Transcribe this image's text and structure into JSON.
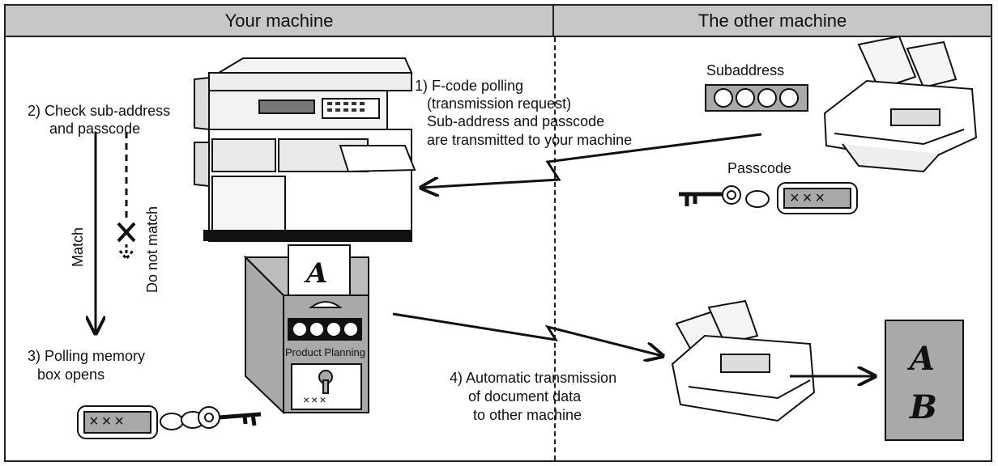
{
  "header": {
    "left_title": "Your machine",
    "right_title": "The other machine"
  },
  "steps": {
    "step1_title": "1) F-code polling",
    "step1_sub": "(transmission request)",
    "step1_line3": "Sub-address and passcode",
    "step1_line4": "are transmitted to your machine",
    "step2_line1": "2) Check sub-address",
    "step2_line2": "and passcode",
    "step3_line1": "3) Polling memory",
    "step3_line2": "box opens",
    "step4_line1": "4) Automatic transmission",
    "step4_line2": "of document data",
    "step4_line3": "to other machine"
  },
  "labels": {
    "match": "Match",
    "do_not_match": "Do not match",
    "subaddress": "Subaddress",
    "passcode": "Passcode",
    "product_planning": "Product Planning",
    "key_tag": "×××",
    "doc_letter_a": "A",
    "doc_letter_b": "B"
  },
  "colors": {
    "header_bg": "#c7c7c7",
    "box_gray": "#a9a9a9",
    "line": "#111111"
  }
}
